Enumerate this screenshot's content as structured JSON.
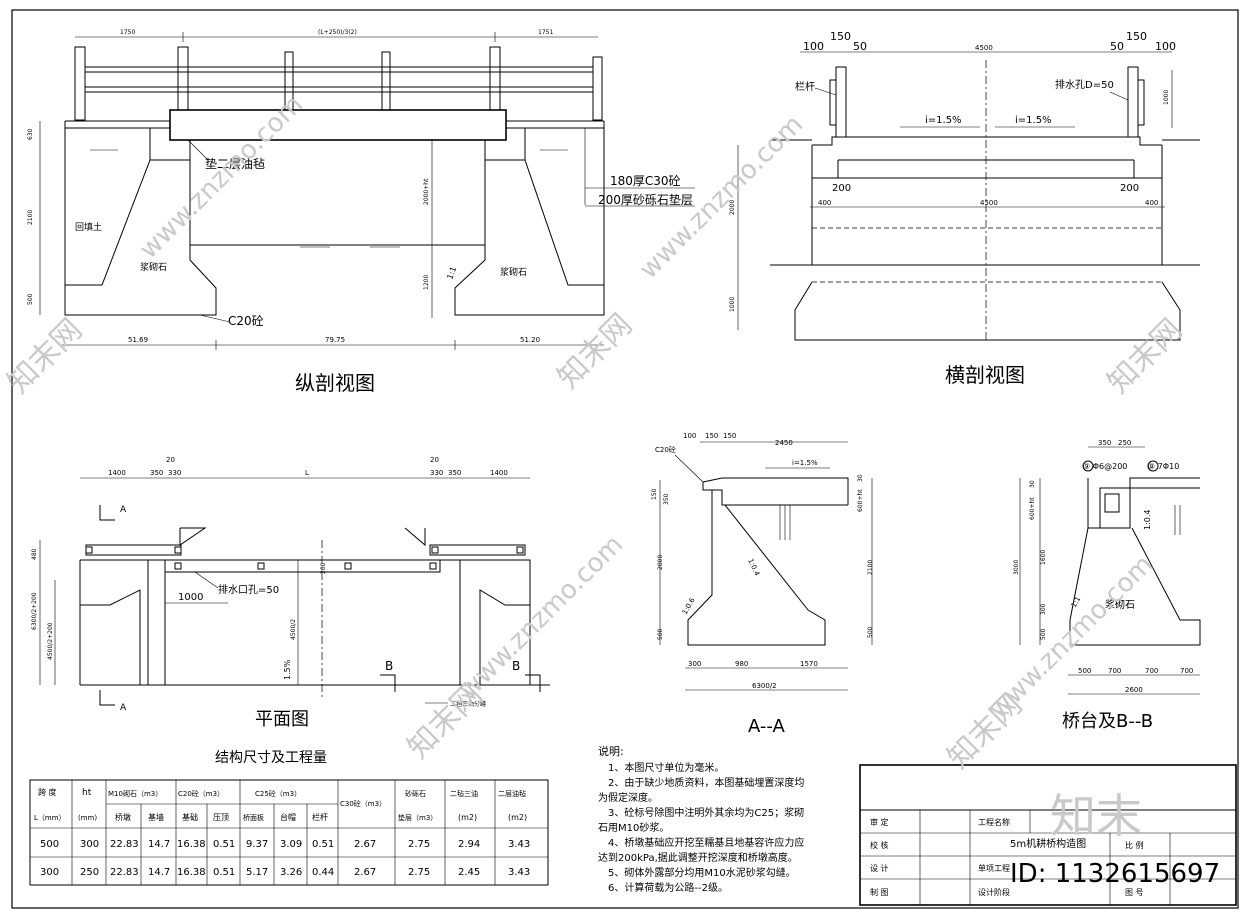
{
  "sheet": {
    "longitudinal": {
      "title": "纵剖视图",
      "dims_top": [
        "1750",
        "(L+250)/3(2)",
        "1751"
      ],
      "dims_bottom": [
        "51.69",
        "79.75",
        "51.20"
      ],
      "dims_left": [
        "630",
        "2100",
        "500"
      ],
      "dims_mid": [
        "2000+ht",
        "1200"
      ],
      "labels": {
        "backfill": "回填土",
        "masonry_left": "浆砌石",
        "masonry_right": "浆砌石",
        "felt": "垫二层油毡",
        "c30": "180厚C30砼",
        "gravel": "200厚砂砾石垫层",
        "c20": "C20砼",
        "slope": "1:1"
      }
    },
    "cross": {
      "title": "横剖视图",
      "dims_top": [
        "100",
        "150",
        "50",
        "4500",
        "50",
        "150",
        "100"
      ],
      "labels": {
        "rail": "栏杆",
        "drain": "排水孔D=50",
        "slope_left": "i=1.5%",
        "slope_right": "i=1.5%",
        "w200_left": "200",
        "w200_right": "200",
        "d400_left": "400",
        "d4500": "4500",
        "d400_right": "400",
        "h1000": "1000",
        "h2000": "2000",
        "h1000b": "1000"
      }
    },
    "plan": {
      "title": "平面图",
      "dims_top": [
        "1400",
        "350",
        "330",
        "L",
        "330",
        "350",
        "1400"
      ],
      "dim20_left": "20",
      "dim20_right": "20",
      "labels": {
        "A_top": "A",
        "A_bottom": "A",
        "B_left": "B",
        "B_right": "B",
        "drain": "排水口孔=50",
        "dim1000": "1000",
        "slope": "1.5%",
        "felt": "二毡三油分缝",
        "v480": "480",
        "v6300": "6300/2+200",
        "v4500": "4500/2+200",
        "v4500b": "4500/2",
        "v200": "200"
      }
    },
    "sectionAA": {
      "title": "A--A",
      "c20": "C20砼",
      "dims_top": [
        "100",
        "150",
        "150",
        "2450"
      ],
      "slope": "i=1.5%",
      "ratio1": "1:0.4",
      "ratio2": "1:0.6",
      "dims_left": [
        "150",
        "350",
        "2000",
        "500"
      ],
      "dims_right": [
        "600+ht",
        "30",
        "2100",
        "500"
      ],
      "dims_bottom": [
        "300",
        "980",
        "1570",
        "6300/2"
      ]
    },
    "abutment": {
      "title": "桥台及B--B",
      "dims_top": [
        "350",
        "250"
      ],
      "rebar1": "⑨ Φ6@200",
      "rebar2": "⑧ 7Φ10",
      "ratio1": "1:0.4",
      "ratio2": "1:1",
      "masonry": "浆砌石",
      "dims_left": [
        "600+ht",
        "30",
        "3000",
        "1600",
        "300",
        "500"
      ],
      "dims_bottom": [
        "500",
        "700",
        "700",
        "700",
        "2600"
      ]
    },
    "quantities": {
      "title": "结构尺寸及工程量",
      "head1": [
        "跨 度",
        "ht",
        "M10砌石（m3）",
        "C20砼（m3）",
        "C25砼（m3）",
        "C30砼（m3）",
        "砂砾石",
        "二毡三油",
        "二层油毡"
      ],
      "head2": [
        "L（mm）",
        "(mm)",
        "桥墩",
        "基墙",
        "基础",
        "压顶",
        "桥面板",
        "台帽",
        "栏杆",
        "垫层（m3）",
        "(m2)",
        "(m2)"
      ],
      "rows": [
        [
          "500",
          "300",
          "22.83",
          "14.7",
          "16.38",
          "0.51",
          "9.37",
          "3.09",
          "0.51",
          "2.67",
          "2.75",
          "2.94",
          "3.43"
        ],
        [
          "300",
          "250",
          "22.83",
          "14.7",
          "16.38",
          "0.51",
          "5.17",
          "3.26",
          "0.44",
          "2.67",
          "2.75",
          "2.45",
          "3.43"
        ]
      ]
    },
    "notes": {
      "title": "说明:",
      "lines": [
        "1、本图尺寸单位为毫米。",
        "2、由于缺少地质资料，本图基础埋置深度均",
        "为假定深度。",
        "3、砼标号除图中注明外其余均为C25；浆砌",
        "石用M10砂浆。",
        "4、桥墩基础应开挖至糯基且地基容许应力应",
        "达到200kPa,据此调整开挖深度和桥墩高度。",
        "5、砌体外露部分均用M10水泥砂浆勾缝。",
        "6、计算荷载为公路--2级。"
      ]
    },
    "titleblock": {
      "review": "审 定",
      "check": "校 核",
      "design": "设 计",
      "draw": "制 图",
      "project_label": "工程名称",
      "drawing_name": "5m机耕桥构造图",
      "scale_label": "比 例",
      "sub_label": "单项工程",
      "stage_label": "设计阶段",
      "dwgno_label": "图 号"
    },
    "watermark": {
      "site": "www.znzmo.com",
      "brand": "知末网",
      "logo": "知末",
      "id": "ID: 1132615697"
    }
  }
}
